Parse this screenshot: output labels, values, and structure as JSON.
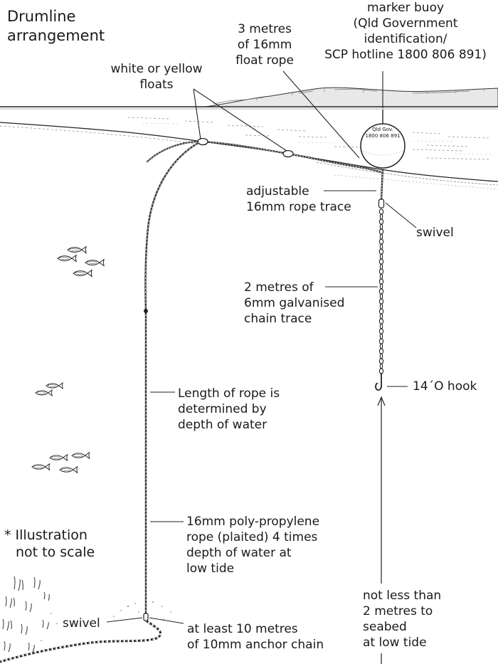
{
  "title_lines": [
    "Drumline",
    "arrangement"
  ],
  "labels": {
    "marker_buoy": [
      "marker buoy",
      "(Qld Government",
      "identification/",
      "SCP hotline 1800 806 891)"
    ],
    "float_rope": [
      "3 metres",
      "of 16mm",
      "float rope"
    ],
    "floats": [
      "white or yellow",
      "floats"
    ],
    "buoy_text": [
      "Qld Gov.",
      "1800 806 891"
    ],
    "rope_trace": [
      "adjustable",
      "16mm rope trace"
    ],
    "swivel_top": [
      "swivel"
    ],
    "chain_trace": [
      "2 metres of",
      "6mm galvanised",
      "chain trace"
    ],
    "hook": [
      "14´O hook"
    ],
    "rope_length": [
      "Length of rope is",
      "determined by",
      "depth of water"
    ],
    "polyrope": [
      "16mm poly-propylene",
      "rope (plaited) 4 times",
      "depth of water at",
      "low tide"
    ],
    "scale_note": [
      "* Illustration",
      "not to scale"
    ],
    "swivel_bottom": [
      "swivel"
    ],
    "anchor_chain": [
      "at least 10 metres",
      "of 10mm anchor chain"
    ],
    "seabed": [
      "not less than",
      "2 metres to",
      "seabed",
      "at low tide"
    ]
  }
}
